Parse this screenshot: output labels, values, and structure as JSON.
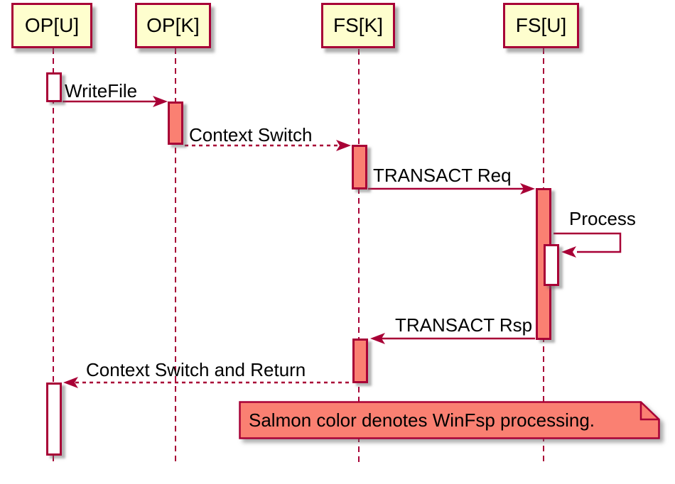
{
  "diagram": {
    "type": "sequence",
    "colors": {
      "border": "#A80036",
      "participant_fill": "#FEFECE",
      "salmon": "#FA8072",
      "activation_white": "#FFFFFF",
      "text": "#000000"
    },
    "participants": [
      {
        "name": "OP[U]"
      },
      {
        "name": "OP[K]"
      },
      {
        "name": "FS[K]"
      },
      {
        "name": "FS[U]"
      }
    ],
    "messages": [
      {
        "label": "WriteFile",
        "from": "OP[U]",
        "to": "OP[K]",
        "style": "solid"
      },
      {
        "label": "Context Switch",
        "from": "OP[K]",
        "to": "FS[K]",
        "style": "dashed"
      },
      {
        "label": "TRANSACT Req",
        "from": "FS[K]",
        "to": "FS[U]",
        "style": "solid"
      },
      {
        "label": "Process",
        "from": "FS[U]",
        "to": "FS[U]",
        "style": "solid-self"
      },
      {
        "label": "TRANSACT Rsp",
        "from": "FS[U]",
        "to": "FS[K]",
        "style": "solid"
      },
      {
        "label": "Context Switch and Return",
        "from": "FS[K]",
        "to": "OP[U]",
        "style": "dashed"
      }
    ],
    "note": {
      "text": "Salmon color denotes WinFsp processing."
    }
  }
}
